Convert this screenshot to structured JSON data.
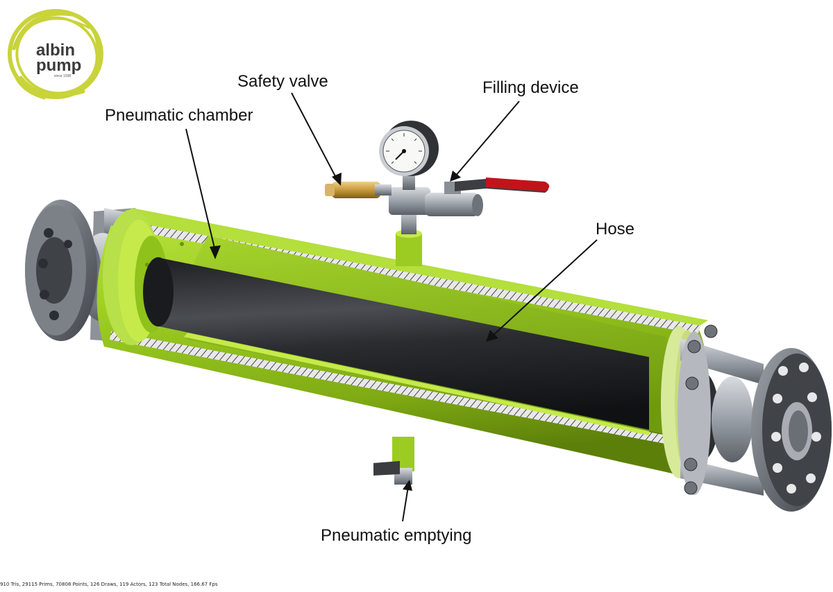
{
  "logo": {
    "line1": "albin",
    "line2": "pump",
    "tagline": "since 1938",
    "colors": {
      "swirl": "#c9d33a",
      "text": "#3b3b3b"
    }
  },
  "labels": {
    "pneumatic_chamber": "Pneumatic chamber",
    "safety_valve": "Safety valve",
    "filling_device": "Filling device",
    "hose": "Hose",
    "pneumatic_emptying": "Pneumatic emptying"
  },
  "footer": {
    "stats": "910 Tris, 29115 Prims, 70808 Points, 126 Draws, 119 Actors, 123 Total Nodes, 166.67 Fps"
  },
  "colors": {
    "chamber_green": "#8fc21a",
    "chamber_light": "#c6ea4a",
    "hose_dark": "#2a2c30",
    "steel": "#8a8f96",
    "valve_handle": "#c0141a",
    "brass": "#c9a24a"
  }
}
